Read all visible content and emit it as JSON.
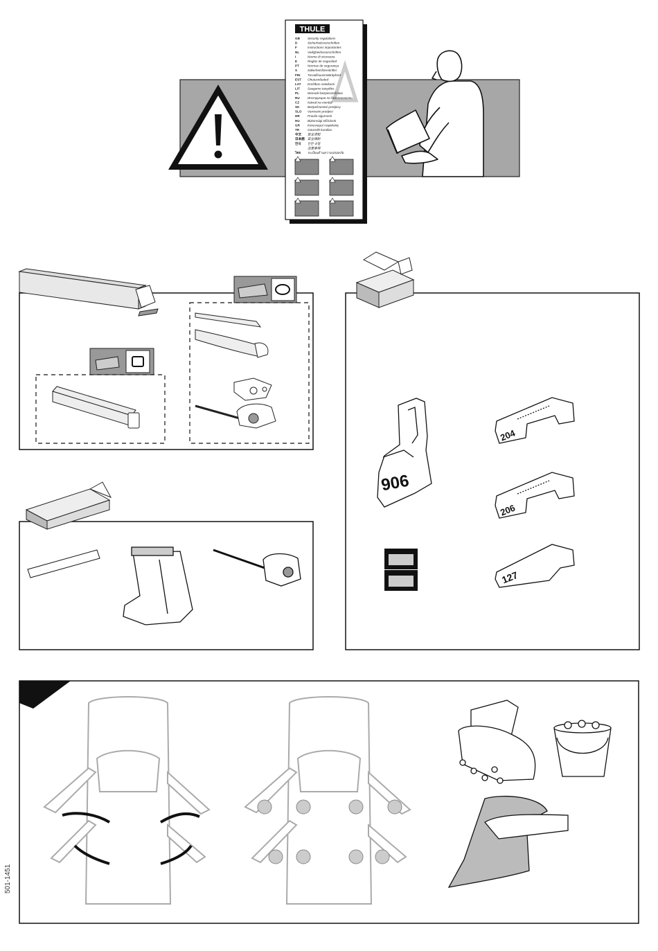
{
  "brand": "THULE",
  "booklet": {
    "languages": [
      {
        "code": "GB",
        "text": "Security regulations"
      },
      {
        "code": "D",
        "text": "Sicherheitsvorschriften"
      },
      {
        "code": "F",
        "text": "Instructions importantes"
      },
      {
        "code": "NL",
        "text": "Veiligheidsvoorschriften"
      },
      {
        "code": "I",
        "text": "Norme di sicurezza"
      },
      {
        "code": "E",
        "text": "Reglas de seguridad"
      },
      {
        "code": "PT",
        "text": "Normas de segurança"
      },
      {
        "code": "S",
        "text": "Säkerhetsföreskrifter"
      },
      {
        "code": "FIN",
        "text": "Turvallisuusmääräykset"
      },
      {
        "code": "EST",
        "text": "Ohutusnõuded"
      },
      {
        "code": "LAT",
        "text": "Drošības noteikumi"
      },
      {
        "code": "LIT",
        "text": "Saugumo taisyklės"
      },
      {
        "code": "PL",
        "text": "Warunki bezpieczeństwa"
      },
      {
        "code": "RU",
        "text": "Инструкция по безопасности"
      },
      {
        "code": "CZ",
        "text": "Návod na montáž"
      },
      {
        "code": "SK",
        "text": "Bezpečnostné predpisy"
      },
      {
        "code": "SLO",
        "text": "Varnostni predpisi"
      },
      {
        "code": "HR",
        "text": "Pravila sigurnosti"
      },
      {
        "code": "HU",
        "text": "Biztonsági előírások"
      },
      {
        "code": "GR",
        "text": "Κανονισμοί Ασφαλείας"
      },
      {
        "code": "TR",
        "text": "Güvenlik kuralları"
      },
      {
        "code": "中文",
        "text": "安全须知"
      },
      {
        "code": "日本語",
        "text": "安全規則"
      },
      {
        "code": "한국",
        "text": "안전 규정"
      },
      {
        "code": "",
        "text": "注意事項"
      },
      {
        "code": "ไทย",
        "text": "ระเบียบด้านความปลอดภัย"
      }
    ]
  },
  "parts": {
    "foot_pad": "906",
    "adapters": [
      "204",
      "206",
      "127"
    ]
  },
  "document_code": "501-1451"
}
